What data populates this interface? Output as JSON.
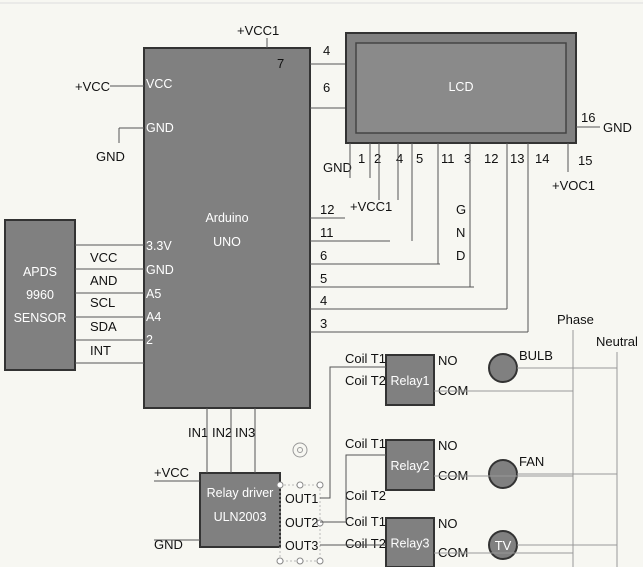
{
  "arduino": {
    "title": "Arduino",
    "subtitle": "UNO",
    "vcc": "VCC",
    "gnd": "GND",
    "p33": "3.3V",
    "pgnd": "GND",
    "a5": "A5",
    "a4": "A4",
    "p2": "2",
    "p12": "12",
    "p11": "11",
    "p6": "6",
    "p5": "5",
    "p4": "4",
    "p3": "3",
    "top7": "7",
    "top4": "4",
    "top6": "6"
  },
  "vcc1_top": "+VCC1",
  "vcc_left": "+VCC",
  "gnd_left": "GND",
  "sensor": {
    "line1": "APDS",
    "line2": "9960",
    "line3": "SENSOR",
    "pins": [
      "VCC",
      "AND",
      "SCL",
      "SDA",
      "INT"
    ]
  },
  "lcd": {
    "label": "LCD",
    "pin16": "16",
    "gnd16": "GND",
    "pin15": "15",
    "vcc15": "+VOC1",
    "bottom_gnd": "GND",
    "pins": [
      "1",
      "2",
      "4",
      "5",
      "11",
      "3",
      "12",
      "13",
      "14"
    ],
    "vcc1_mid": "+VCC1",
    "gnd_vertical": [
      "G",
      "N",
      "D"
    ]
  },
  "driver": {
    "line1": "Relay driver",
    "line2": "ULN2003",
    "in1": "IN1",
    "in2": "IN2",
    "in3": "IN3",
    "out1": "OUT1",
    "out2": "OUT2",
    "out3": "OUT3",
    "vcc": "+VCC",
    "gnd": "GND"
  },
  "relays": [
    {
      "label": "Relay1",
      "coil1": "Coil T1",
      "coil2": "Coil T2",
      "no": "NO",
      "com": "COM",
      "load": "BULB"
    },
    {
      "label": "Relay2",
      "coil1": "Coil T1",
      "coil2": "Coil T2",
      "no": "NO",
      "com": "COM",
      "load": "FAN"
    },
    {
      "label": "Relay3",
      "coil1": "Coil T1",
      "coil2": "Coil T2",
      "no": "NO",
      "com": "COM",
      "load": "TV"
    }
  ],
  "phase": "Phase",
  "neutral": "Neutral"
}
